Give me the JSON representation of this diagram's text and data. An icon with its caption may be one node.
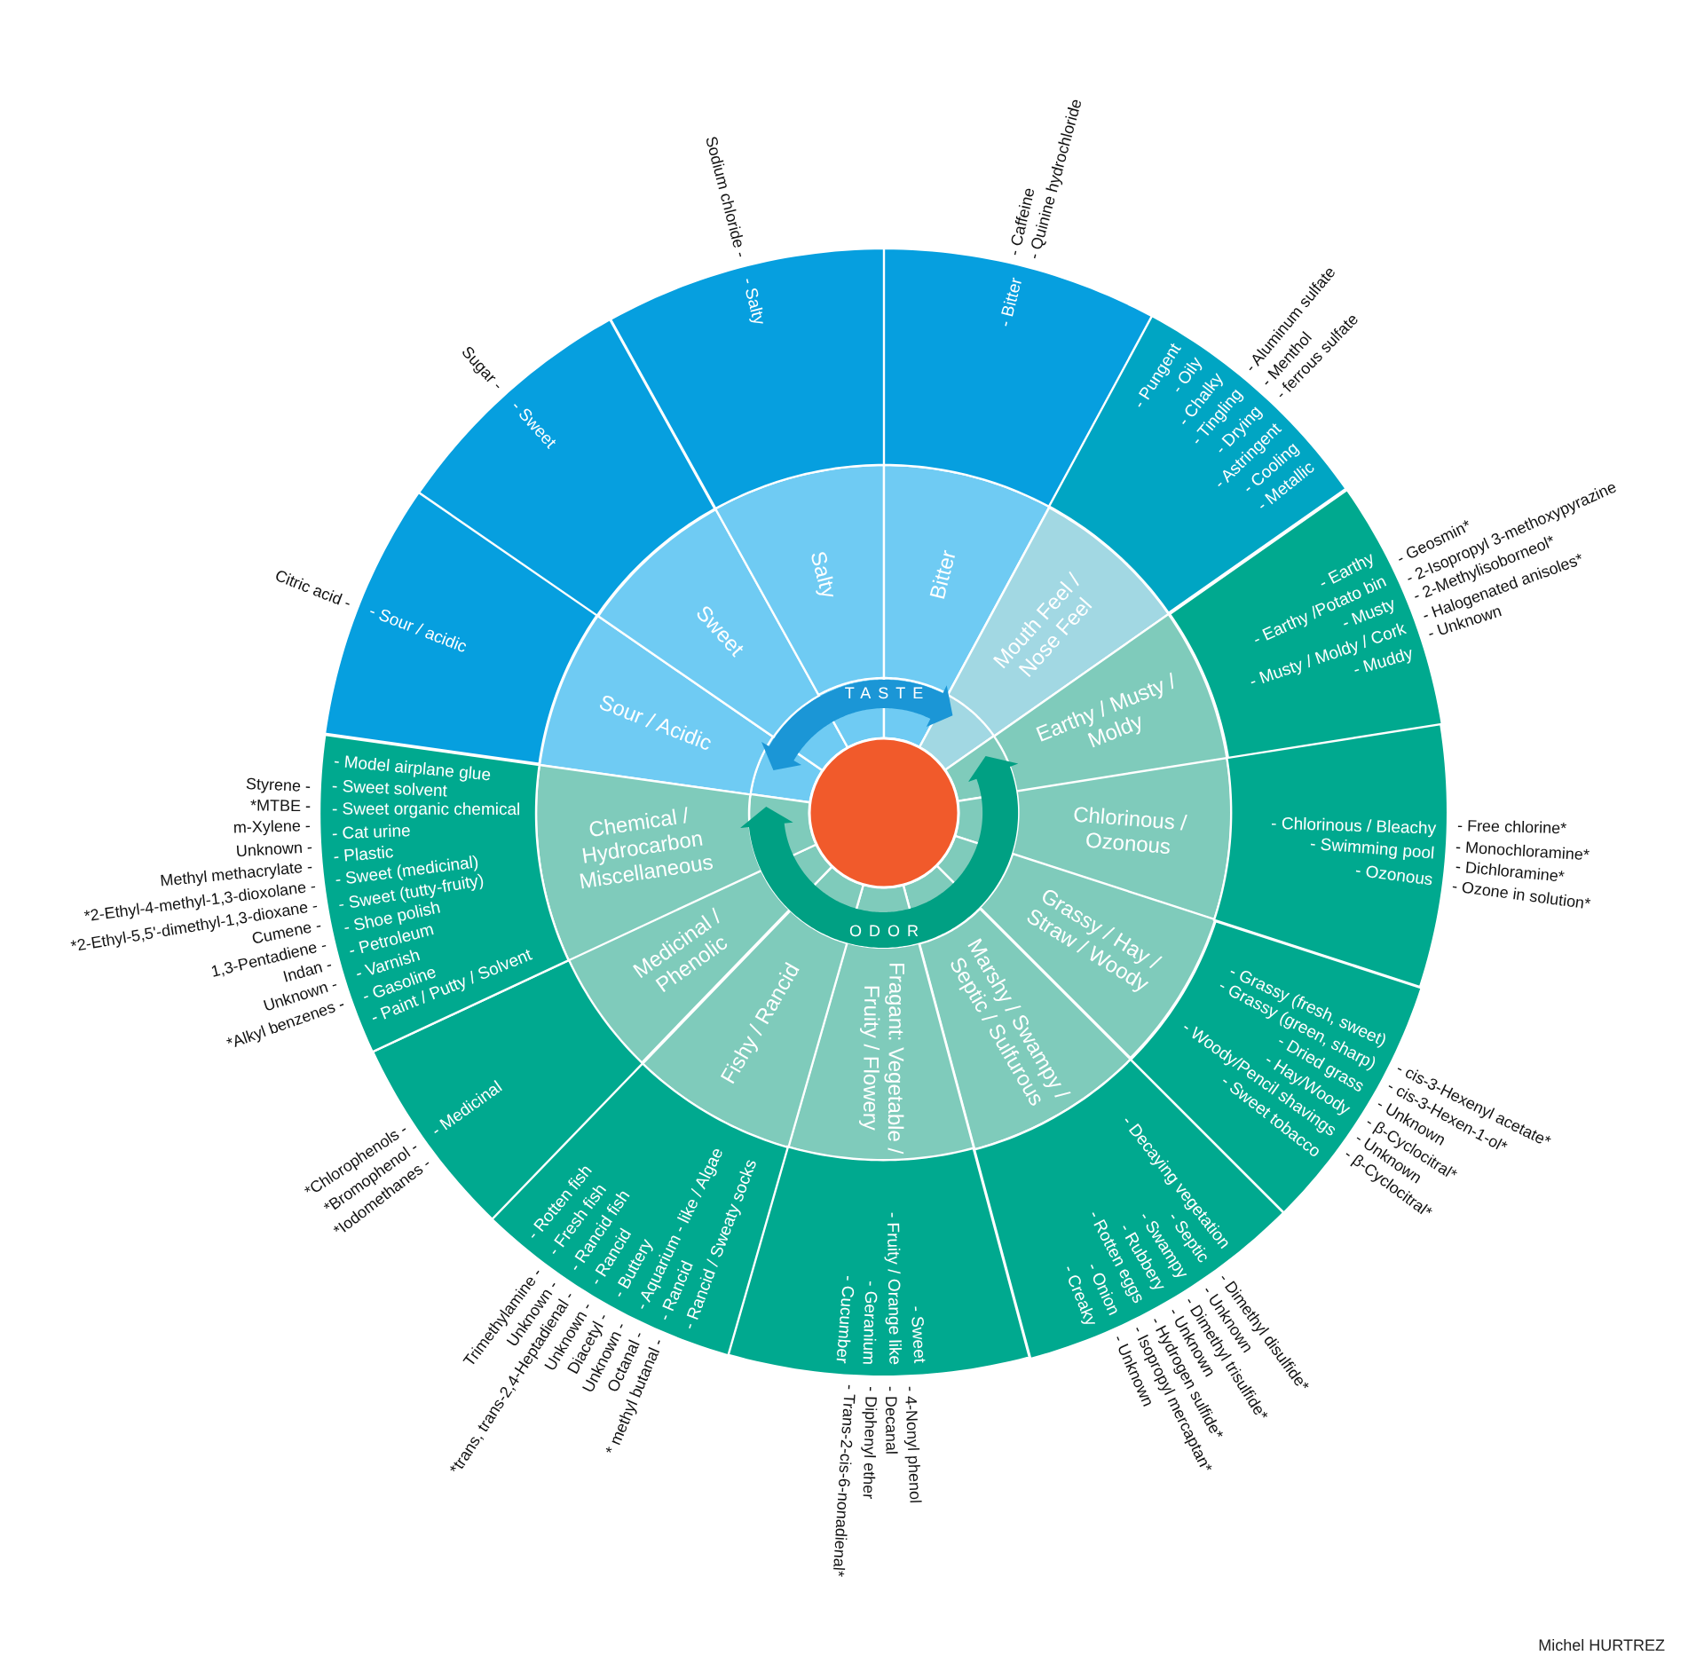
{
  "diagram": {
    "nodes": [
      {
        "text": [],
        "shape": "circle"
      },
      {
        "text": [
          "TASTE"
        ]
      },
      {
        "text": [
          "ODOR"
        ]
      },
      {
        "text": [
          "Sour / Acidic"
        ]
      },
      {
        "text": [
          "Sweet"
        ]
      },
      {
        "text": [
          "Salty"
        ]
      },
      {
        "text": [
          "Bitter"
        ]
      },
      {
        "text": [
          "Mouth Feel / Nose Feel"
        ]
      },
      {
        "text": [
          "Earthy / Musty / Moldy"
        ]
      },
      {
        "text": [
          "Chlorinous / Ozonous"
        ]
      },
      {
        "text": [
          "Grassy / Hay / Straw / Woody"
        ]
      },
      {
        "text": [
          "Marshy / Swampy / Septic / Sulfurous"
        ]
      },
      {
        "text": [
          "Fragant: Vegetable / Fruity / Flowery"
        ]
      },
      {
        "text": [
          "Fishy / Rancid"
        ]
      },
      {
        "text": [
          "Medicinal / Phenolic"
        ]
      },
      {
        "text": [
          "Chemical / Hydrocarbon Miscellaneous"
        ]
      },
      {
        "text": [
          "- Sour / acidic"
        ],
        "beside": [
          "Citric acid -"
        ]
      },
      {
        "text": [
          "- Sweet"
        ],
        "beside": [
          "Sugar -"
        ]
      },
      {
        "text": [
          "- Salty"
        ],
        "beside": [
          "Sodium chloride -"
        ]
      },
      {
        "text": [
          "- Bitter"
        ],
        "beside": [
          "- Caffeine",
          "- Quinine hydrochloride"
        ]
      },
      {
        "text": [
          "- Pungent",
          "- Oily",
          "- Chalky",
          "- Tingling",
          "- Drying",
          "- Astringent",
          "- Cooling",
          "- Metallic"
        ],
        "beside": [
          "- Aluminum sulfate",
          "- Menthol",
          "- ferrous sulfate"
        ]
      },
      {
        "text": [
          "- Earthy",
          "- Earthy /Potato bin",
          "- Musty",
          "- Musty / Moldy / Cork",
          "- Muddy"
        ],
        "beside": [
          "- Geosmin*",
          "- 2-Isopropyl 3-methoxypyrazine",
          "- 2-Methylisoborneol*",
          "- Halogenated anisoles*",
          "- Unknown"
        ]
      },
      {
        "text": [
          "- Chlorinous / Bleachy",
          "- Swimming pool",
          "- Ozonous"
        ],
        "beside": [
          "- Free chlorine*",
          "- Monochloramine*",
          "- Dichloramine*",
          "- Ozone in solution*"
        ]
      },
      {
        "text": [
          "- Grassy (fresh, sweet)",
          "- Grassy (green, sharp)",
          "- Dried grass",
          "- Hay/Woody",
          "- Woody/Pencil shavings",
          "- Sweet tobacco"
        ],
        "beside": [
          "- cis-3-Hexenyl acetate*",
          "- cis-3-Hexen-1-ol*",
          "- Unknown",
          "- β-Cyclocitral*",
          "- Unknown",
          "- β-Cyclocitral*"
        ]
      },
      {
        "text": [
          "- Decaying vegetation",
          "- Septic",
          "- Swampy",
          "- Rubbery",
          "- Rotten eggs",
          "- Onion",
          "- Creaky"
        ],
        "beside": [
          "- Dimethyl disulfide*",
          "- Unknown",
          "- Dimethyl trisulfide*",
          "- Unknown",
          "- Hydrogen sulfide*",
          "- Isopropyl mercaptan*",
          "- Unknown"
        ]
      },
      {
        "text": [
          "- Sweet",
          "- Fruity / Orange like",
          "- Geranium",
          "- Cucumber"
        ],
        "beside": [
          "- 4-Nonyl phenol",
          "- Decanal",
          "- Diphenyl ether",
          "- Trans-2-cis-6-nonadienal*"
        ]
      },
      {
        "text": [
          "- Rotten fish",
          "- Fresh fish",
          "- Rancid fish",
          "- Rancid",
          "- Buttery",
          "- Aquarium - like / Algae",
          "- Rancid",
          "- Rancid / Sweaty socks"
        ],
        "beside": [
          "Trimethylamine -",
          "Unknown -",
          "*trans, trans-2,4-Heptadienal -",
          "Unknown -",
          "Diacetyl -",
          "Unknown -",
          "Octanal -",
          "* methyl butanal -"
        ]
      },
      {
        "text": [
          "- Medicinal"
        ],
        "beside": [
          "*Chlorophenols -",
          "*Bromophenol -",
          "*Iodomethanes -"
        ]
      },
      {
        "text": [
          "- Model airplane glue",
          "- Sweet solvent",
          "- Sweet organic chemical",
          "- Cat urine",
          "- Plastic",
          "- Sweet (medicinal)",
          "- Sweet (tutty-fruity)",
          "- Shoe polish",
          "- Petroleum",
          "- Varnish",
          "- Gasoline",
          "- Paint / Putty / Solvent"
        ],
        "beside": [
          "Styrene -",
          "*MTBE -",
          "m-Xylene -",
          "Unknown -",
          "Methyl methacrylate -",
          "*2-Ethyl-4-methyl-1,3-dioxolane -",
          "*2-Ethyl-5,5'-dimethyl-1,3-dioxane -",
          "Cumene -",
          "1,3-Pentadiene -",
          "Indan -",
          "Unknown -",
          "*Alkyl benzenes -"
        ]
      }
    ],
    "labels": [
      "Michel HURTREZ"
    ]
  }
}
